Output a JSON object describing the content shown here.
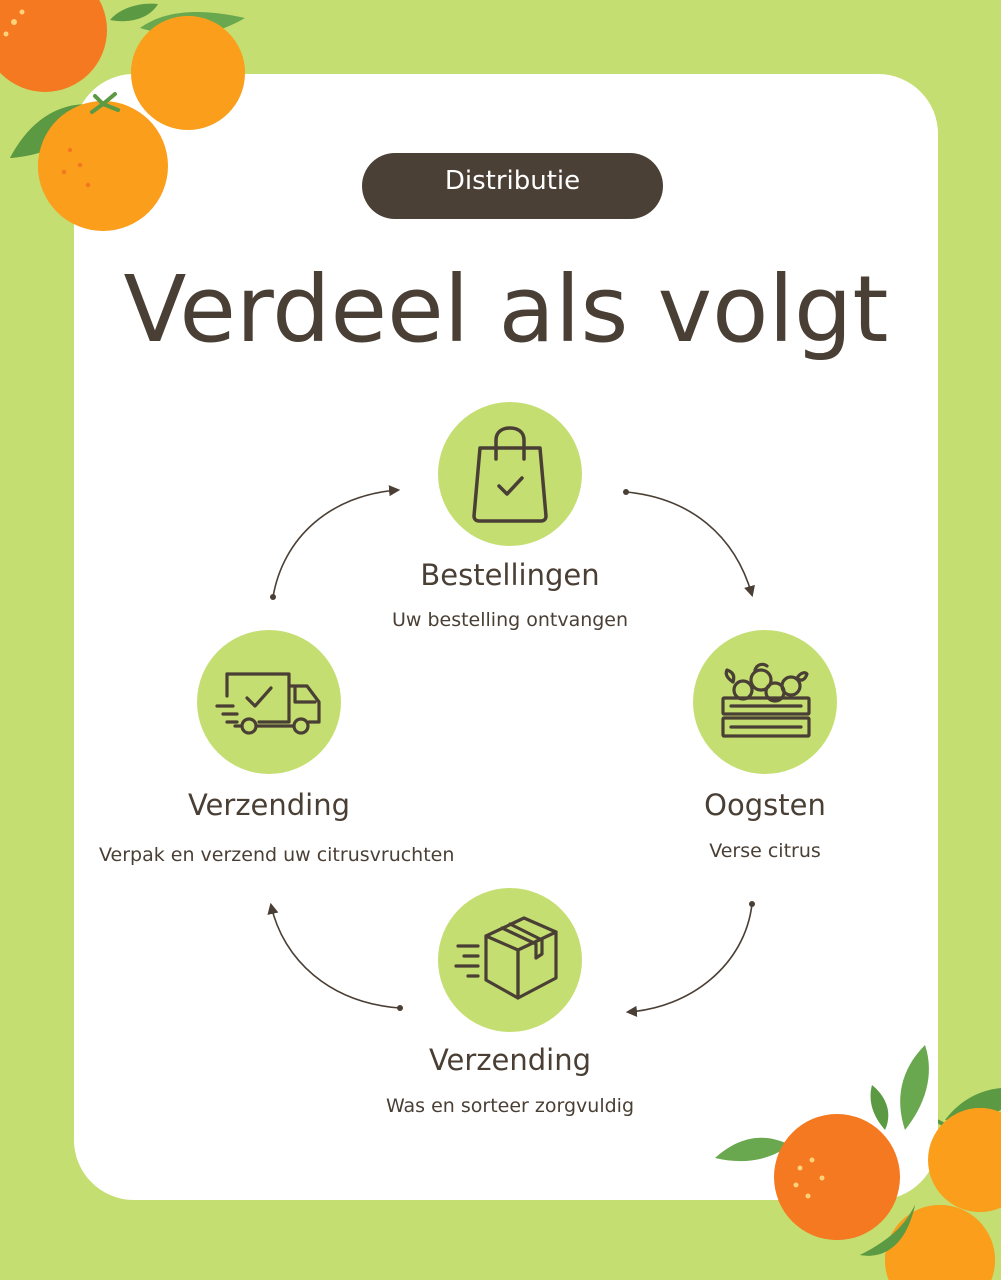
{
  "badge": "Distributie",
  "title": "Verdeel als volgt",
  "steps": [
    {
      "heading": "Bestellingen",
      "text": "Uw bestelling ontvangen",
      "icon": "shopping-bag-check-icon"
    },
    {
      "heading": "Oogsten",
      "text": "Verse citrus",
      "icon": "fruit-crate-icon"
    },
    {
      "heading": "Verzending",
      "text": "Was en sorteer zorgvuldig",
      "icon": "moving-box-icon"
    },
    {
      "heading": "Verzending",
      "text": "Verpak en verzend uw citrusvruchten",
      "icon": "delivery-truck-check-icon"
    }
  ],
  "colors": {
    "background": "#c5de72",
    "card": "#ffffff",
    "badge": "#4a4036",
    "text": "#4a3f35",
    "orange": "#f7931e",
    "leaf": "#6aa84f"
  }
}
